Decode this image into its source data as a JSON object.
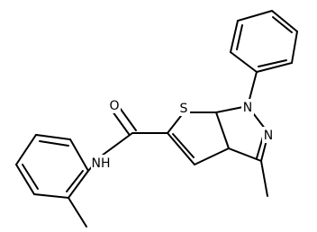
{
  "molecule": {
    "atom_labels": {
      "o_carbonyl": "O",
      "s_thiophene": "S",
      "n1_pyrazole": "N",
      "n2_pyrazole": "N",
      "nh_amide": "NH"
    },
    "colors": {
      "bond": "#000000",
      "text": "#000000",
      "background": "#ffffff"
    }
  }
}
